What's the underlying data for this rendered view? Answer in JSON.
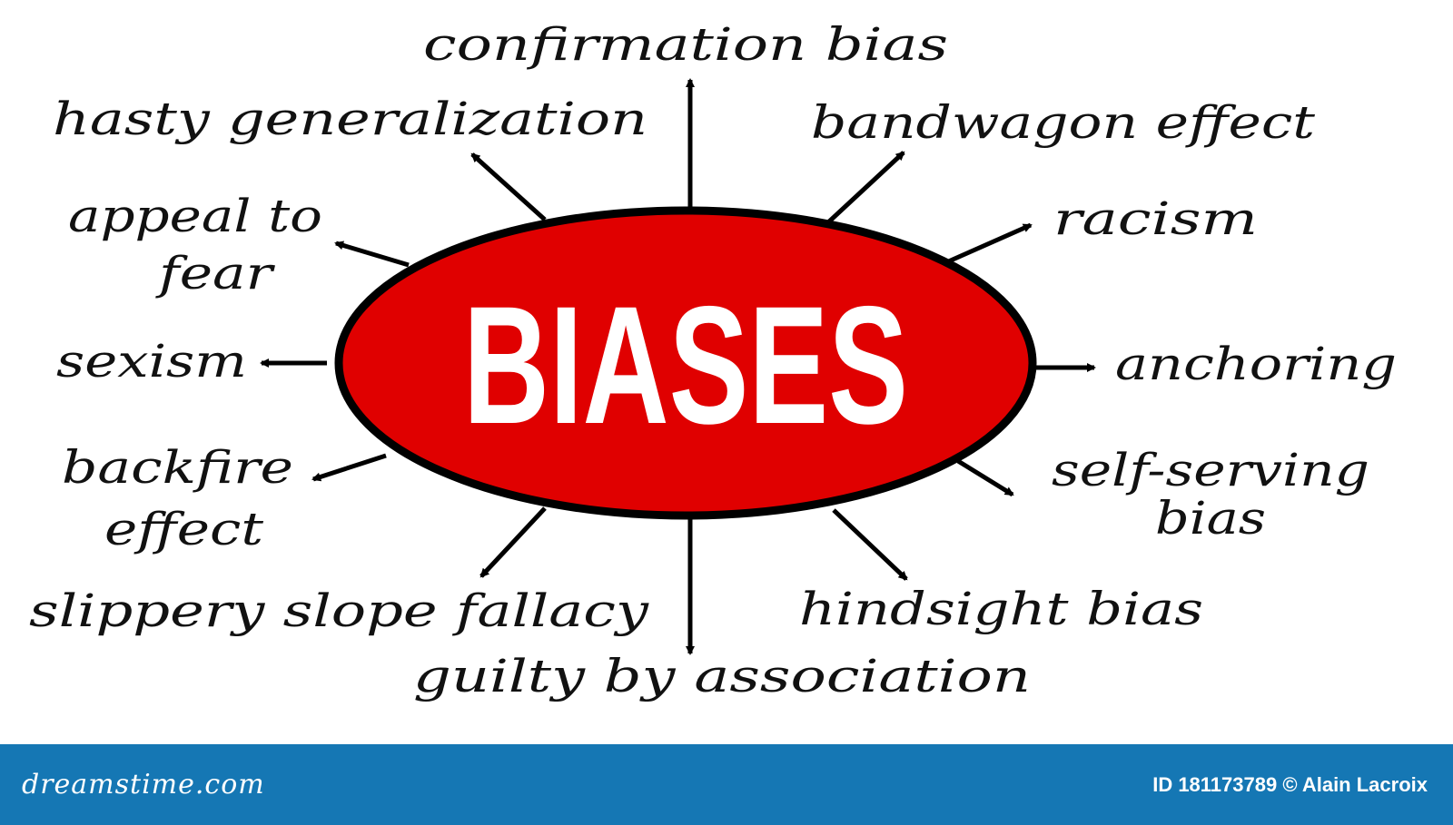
{
  "diagram": {
    "center_label": "BIASES",
    "colors": {
      "ellipse_fill": "#e00000",
      "ellipse_stroke": "#000000",
      "arrow": "#000000",
      "footer_bg": "#1577b4"
    },
    "branches": [
      {
        "id": "confirmation-bias",
        "lines": [
          "confirmation bias"
        ]
      },
      {
        "id": "bandwagon-effect",
        "lines": [
          "bandwagon effect"
        ]
      },
      {
        "id": "racism",
        "lines": [
          "racism"
        ]
      },
      {
        "id": "anchoring",
        "lines": [
          "anchoring"
        ]
      },
      {
        "id": "self-serving-bias",
        "lines": [
          "self-serving",
          "bias"
        ]
      },
      {
        "id": "hindsight-bias",
        "lines": [
          "hindsight bias"
        ]
      },
      {
        "id": "guilty-by-association",
        "lines": [
          "guilty by association"
        ]
      },
      {
        "id": "slippery-slope-fallacy",
        "lines": [
          "slippery slope fallacy"
        ]
      },
      {
        "id": "backfire-effect",
        "lines": [
          "backfire",
          "effect"
        ]
      },
      {
        "id": "sexism",
        "lines": [
          "sexism"
        ]
      },
      {
        "id": "appeal-to-fear",
        "lines": [
          "appeal to",
          "fear"
        ]
      },
      {
        "id": "hasty-generalization",
        "lines": [
          "hasty generalization"
        ]
      }
    ]
  },
  "footer": {
    "brand": "dreamstime.com",
    "credit": "ID 181173789 © Alain Lacroix"
  }
}
